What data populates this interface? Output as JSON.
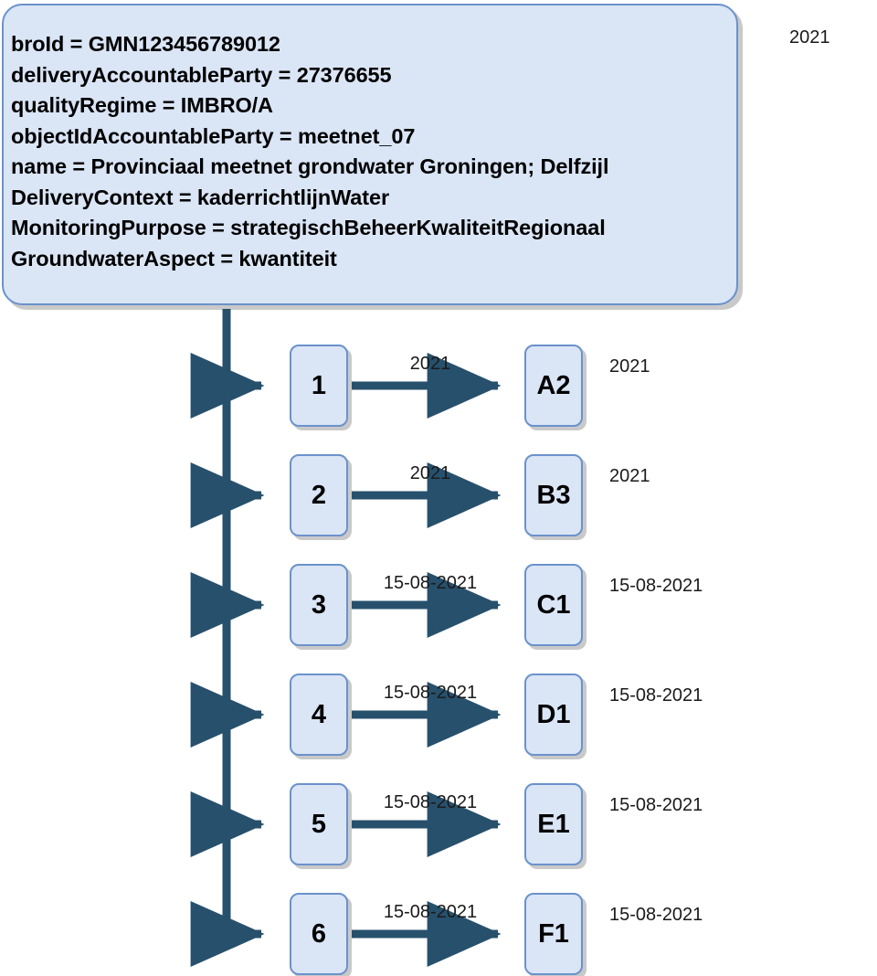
{
  "diagram": {
    "title": "GMN monitoring net structure diagram",
    "colors": {
      "box_fill": "#dae5f6",
      "box_border": "#6b92cb",
      "connector": "#27506c",
      "shadow": "#c9c9c9",
      "text": "#000000"
    },
    "root": {
      "name": "gmn-info-box",
      "date_label": "2021",
      "attributes": [
        "broId = GMN123456789012",
        "deliveryAccountableParty = 27376655",
        "qualityRegime = IMBRO/A",
        "objectIdAccountableParty = meetnet_07",
        "name = Provinciaal meetnet grondwater Groningen; Delfzijl",
        "DeliveryContext = kaderrichtlijnWater",
        "MonitoringPurpose = strategischBeheerKwaliteitRegionaal",
        "GroundwaterAspect = kwantiteit"
      ]
    },
    "rows": [
      {
        "index_label": "1",
        "edge_label": "2021",
        "target_label": "A2",
        "row_label": "2021"
      },
      {
        "index_label": "2",
        "edge_label": "2021",
        "target_label": "B3",
        "row_label": "2021"
      },
      {
        "index_label": "3",
        "edge_label": "15-08-2021",
        "target_label": "C1",
        "row_label": "15-08-2021"
      },
      {
        "index_label": "4",
        "edge_label": "15-08-2021",
        "target_label": "D1",
        "row_label": "15-08-2021"
      },
      {
        "index_label": "5",
        "edge_label": "15-08-2021",
        "target_label": "E1",
        "row_label": "15-08-2021"
      },
      {
        "index_label": "6",
        "edge_label": "15-08-2021",
        "target_label": "F1",
        "row_label": "15-08-2021"
      }
    ]
  }
}
